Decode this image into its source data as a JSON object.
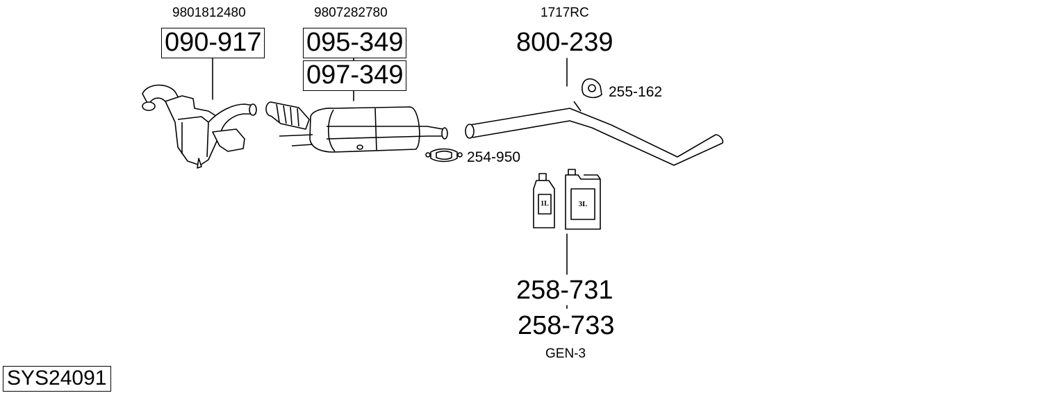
{
  "oem_numbers": {
    "catalyst": "9801812480",
    "dpf": "9807282780",
    "rear_pipe": "1717RC"
  },
  "parts": {
    "catalyst": "090-917",
    "dpf_a": "095-349",
    "dpf_b": "097-349",
    "rear_pipe": "800-239",
    "hanger": "255-162",
    "clamp": "254-950",
    "additive_1l": "258-731",
    "additive_3l": "258-733"
  },
  "bottle_labels": {
    "small": "1L",
    "large": "3L"
  },
  "additive_type": "GEN-3",
  "system_code": "SYS24091"
}
